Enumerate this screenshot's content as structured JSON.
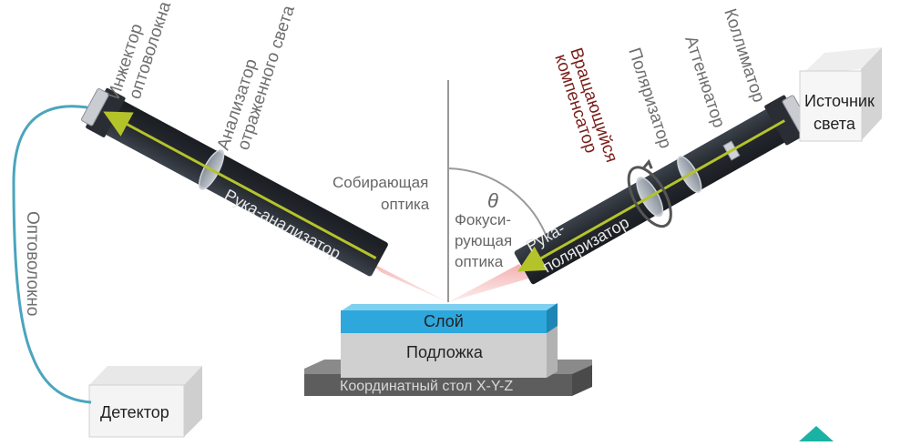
{
  "labels": {
    "injector": [
      "Инжектор",
      "оптоволокна"
    ],
    "analyzer": [
      "Анализатор",
      "отраженного света"
    ],
    "collecting_optics": [
      "Собирающая",
      "оптика"
    ],
    "theta": "θ",
    "focusing_optics": [
      "Фокуси-",
      "рующая",
      "оптика"
    ],
    "rotating_compensator": [
      "Вращающийся",
      "компенсатор"
    ],
    "polarizer": "Поляризатор",
    "attenuator": "Аттенюатор",
    "collimator": "Коллиматор",
    "light_source": [
      "Источник",
      "света"
    ],
    "analyzer_arm": "Рука-анализатор",
    "polarizer_arm": [
      "Рука-",
      "поляризатор"
    ],
    "optical_fiber": "Оптоволокно",
    "detector": "Детектор",
    "layer": "Слой",
    "substrate": "Подложка",
    "stage": "Координатный стол X-Y-Z"
  },
  "colors": {
    "arm_body": "#2b2f36",
    "beam": "#b5c32b",
    "layer": "#2ea7dc",
    "substrate": "#cfcfcf",
    "stage": "#5d5d5d",
    "fiber": "#4aa5be",
    "accent_label": "#7a1f1a",
    "corner_mark": "#1ab3a3"
  }
}
